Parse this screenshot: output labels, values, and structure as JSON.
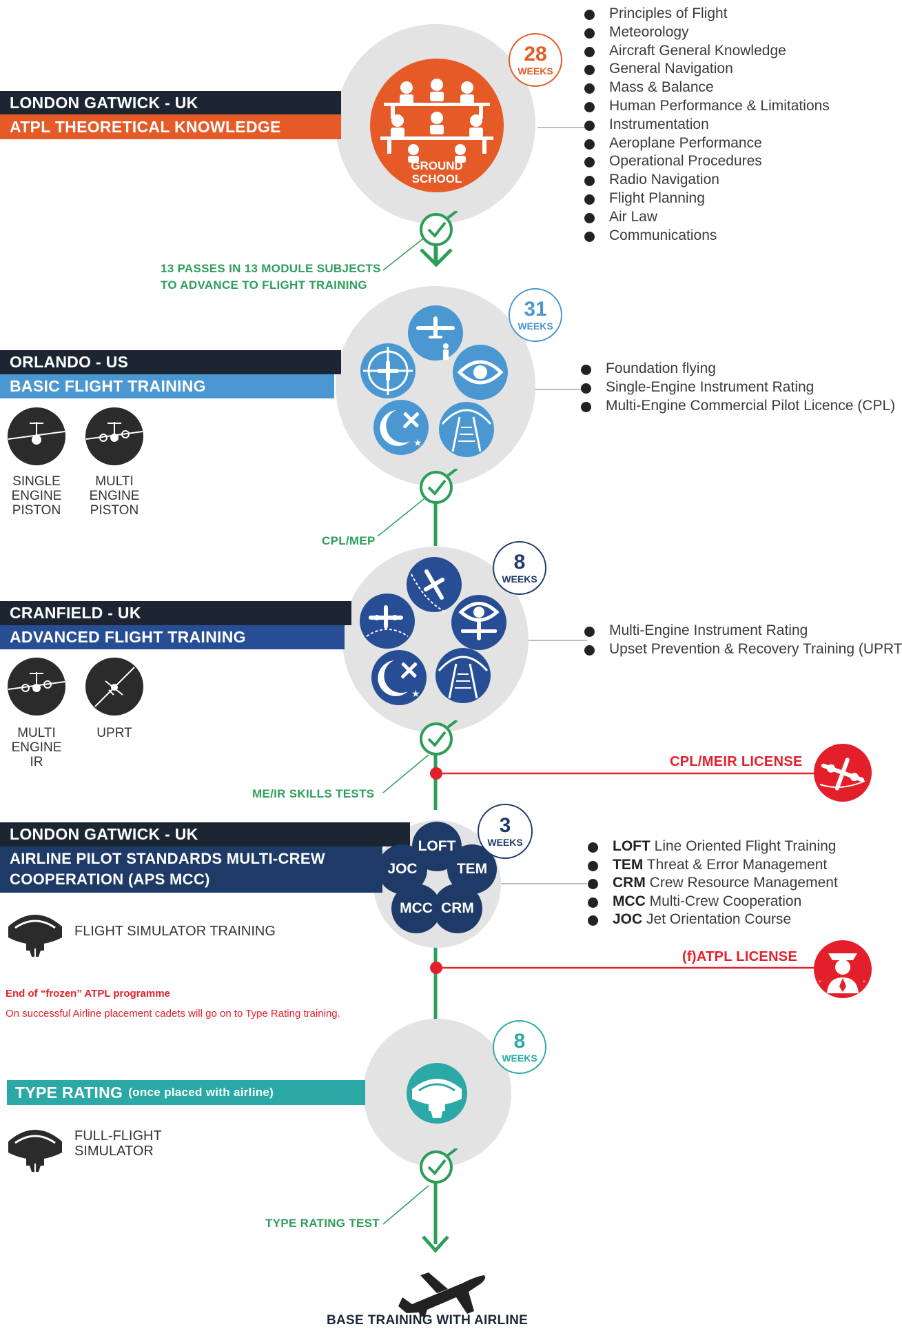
{
  "colors": {
    "orange": "#e55a26",
    "light_blue": "#4a97d1",
    "dark_blue": "#274e94",
    "navy": "#1e3a67",
    "teal": "#2aa9a6",
    "green": "#2d9e5a",
    "red": "#e3202a",
    "dark": "#1c2633"
  },
  "stage1": {
    "location": "LONDON GATWICK - UK",
    "title": "ATPL THEORETICAL KNOWLEDGE",
    "weeks_num": "28",
    "weeks_label": "WEEKS",
    "icon_label_1": "GROUND",
    "icon_label_2": "SCHOOL",
    "icon": "classroom-icon",
    "subjects": [
      "Principles of Flight",
      "Meteorology",
      "Aircraft General Knowledge",
      "General Navigation",
      "Mass & Balance",
      "Human Performance & Limitations",
      "Instrumentation",
      "Aeroplane Performance",
      "Operational Procedures",
      "Radio Navigation",
      "Flight Planning",
      "Air Law",
      "Communications"
    ],
    "pass_line1": "13 PASSES IN 13 MODULE SUBJECTS",
    "pass_line2": "TO ADVANCE TO FLIGHT TRAINING"
  },
  "stage2": {
    "location": "ORLANDO - US",
    "title": "BASIC FLIGHT TRAINING",
    "weeks_num": "31",
    "weeks_label": "WEEKS",
    "items": [
      "Foundation flying",
      "Single-Engine Instrument Rating",
      "Multi-Engine Commercial Pilot Licence (CPL)"
    ],
    "aircraft": [
      {
        "icon": "single-engine-plane-icon",
        "l1": "SINGLE",
        "l2": "ENGINE",
        "l3": "PISTON"
      },
      {
        "icon": "multi-engine-plane-icon",
        "l1": "MULTI",
        "l2": "ENGINE",
        "l3": "PISTON"
      }
    ],
    "pass": "CPL/MEP"
  },
  "stage3": {
    "location": "CRANFIELD - UK",
    "title": "ADVANCED FLIGHT TRAINING",
    "weeks_num": "8",
    "weeks_label": "WEEKS",
    "items": [
      "Multi-Engine Instrument Rating",
      "Upset Prevention & Recovery Training (UPRT)"
    ],
    "aircraft": [
      {
        "icon": "multi-engine-plane-icon",
        "l1": "MULTI",
        "l2": "ENGINE",
        "l3": "IR"
      },
      {
        "icon": "uprt-icon",
        "l1": "UPRT",
        "l2": "",
        "l3": ""
      }
    ],
    "pass": "ME/IR SKILLS TESTS",
    "license": "CPL/MEIR LICENSE"
  },
  "stage4": {
    "location": "LONDON GATWICK - UK",
    "title_line1": "AIRLINE PILOT STANDARDS MULTI-CREW",
    "title_line2": "COOPERATION (APS MCC)",
    "weeks_num": "3",
    "weeks_label": "WEEKS",
    "bubbles": [
      "LOFT",
      "JOC",
      "TEM",
      "MCC",
      "CRM"
    ],
    "items": [
      {
        "abbr": "LOFT",
        "text": " Line Oriented Flight Training"
      },
      {
        "abbr": "TEM",
        "text": " Threat & Error Management"
      },
      {
        "abbr": "CRM",
        "text": " Crew Resource Management"
      },
      {
        "abbr": "MCC",
        "text": " Multi-Crew Cooperation"
      },
      {
        "abbr": "JOC",
        "text": " Jet Orientation Course"
      }
    ],
    "sim_label": "FLIGHT SIMULATOR TRAINING",
    "license": "(f)ATPL LICENSE",
    "note_title": "End of “frozen” ATPL programme",
    "note_text": "On successful Airline placement cadets will go on to Type Rating training."
  },
  "stage5": {
    "title": "TYPE RATING",
    "title_suffix": "(once placed with airline)",
    "weeks_num": "8",
    "weeks_label": "WEEKS",
    "sim_l1": "FULL-FLIGHT",
    "sim_l2": "SIMULATOR",
    "pass": "TYPE RATING TEST"
  },
  "final": "BASE TRAINING WITH AIRLINE"
}
